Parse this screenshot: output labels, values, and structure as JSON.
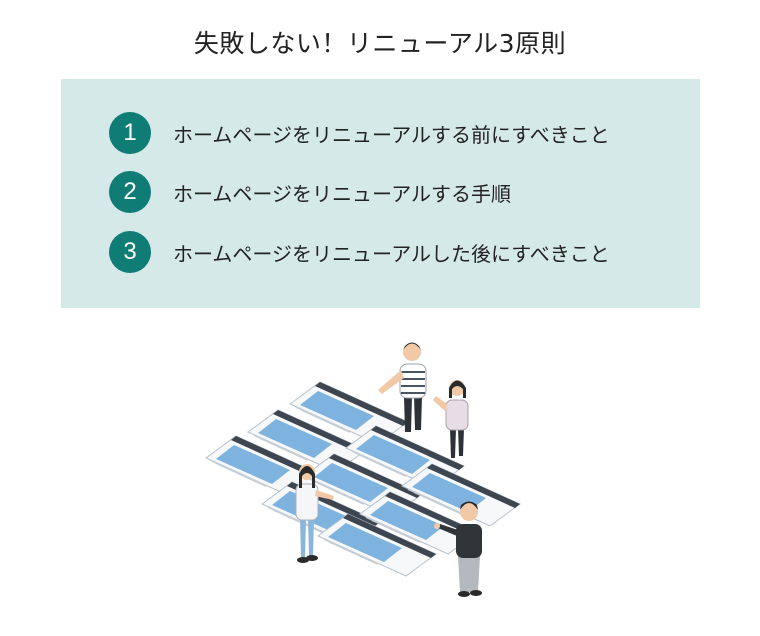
{
  "title": "失敗しない！リニューアル3原則",
  "items": [
    {
      "number": "1",
      "text": "ホームページをリニューアルする前にすべきこと"
    },
    {
      "number": "2",
      "text": "ホームページをリニューアルする手順"
    },
    {
      "number": "3",
      "text": "ホームページをリニューアルした後にすべきこと"
    }
  ],
  "colors": {
    "accent": "#107c76",
    "panel_bg": "#d6e9e9",
    "screen_blue": "#7fb3df"
  },
  "illustration": {
    "icon": "team-reviewing-website-wireframes-illustration"
  }
}
